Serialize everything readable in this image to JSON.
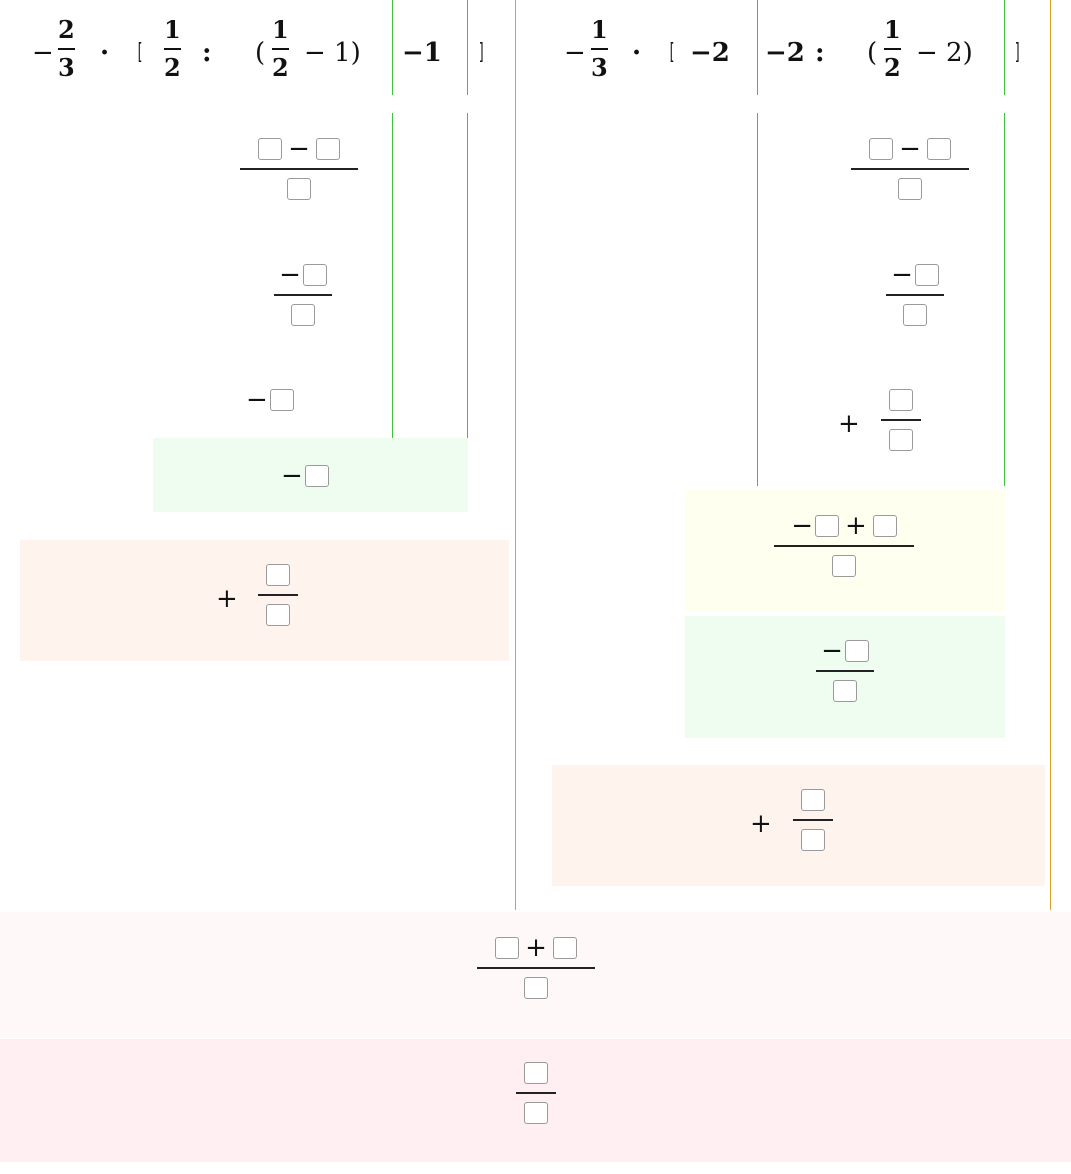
{
  "left_problem": {
    "sign": "−",
    "coef_num": "2",
    "coef_den": "3",
    "dot": "·",
    "open_bracket": "[",
    "a_num": "1",
    "a_den": "2",
    "colon": ":",
    "paren_open": "(",
    "b_num": "1",
    "b_den": "2",
    "minus_one": "− 1)",
    "term": "−1",
    "close_bracket": "]"
  },
  "right_problem": {
    "sign": "−",
    "coef_num": "1",
    "coef_den": "3",
    "dot": "·",
    "open_bracket": "[",
    "first": "−2",
    "second": "−2",
    "colon": ":",
    "paren_open": "(",
    "b_num": "1",
    "b_den": "2",
    "minus_two": "− 2)",
    "close_bracket": "]"
  },
  "ops": {
    "minus": "−",
    "plus": "+"
  },
  "colors": {
    "green_line": "#3cc23c",
    "orange_line": "#e0a020",
    "green_panel": "#effdf0",
    "yellow_panel": "#fffff0",
    "orange_panel": "#fff3ee",
    "pink_light_panel": "#fff8f8",
    "pink_panel": "#ffeff3"
  }
}
